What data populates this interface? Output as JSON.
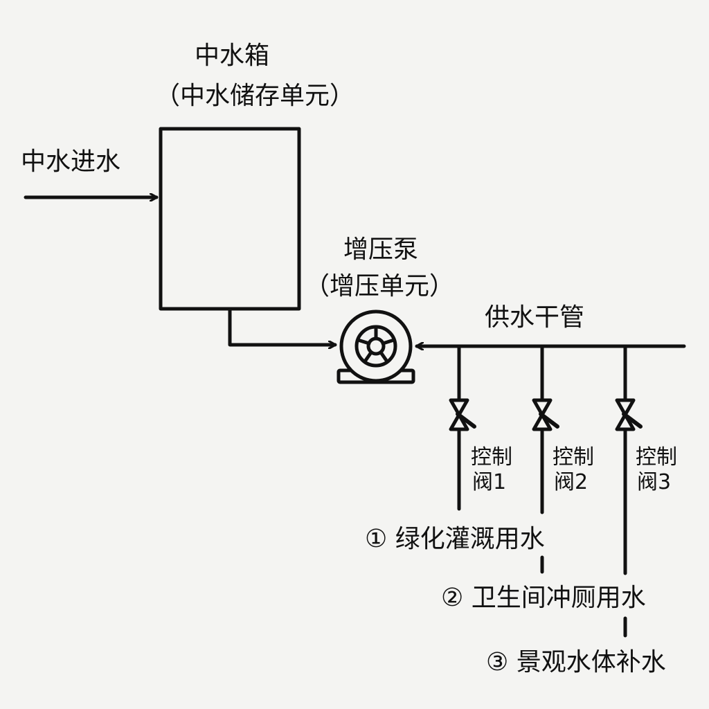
{
  "tank": {
    "title": "中水箱",
    "subtitle": "（中水储存单元）"
  },
  "inlet": {
    "label": "中水进水"
  },
  "pump": {
    "title": "增压泵",
    "subtitle": "（增压单元）"
  },
  "main_pipe": {
    "label": "供水干管"
  },
  "valves": [
    {
      "line1": "控制",
      "line2": "阀1"
    },
    {
      "line1": "控制",
      "line2": "阀2"
    },
    {
      "line1": "控制",
      "line2": "阀3"
    }
  ],
  "uses": [
    {
      "label": "① 绿化灌溉用水"
    },
    {
      "label": "② 卫生间冲厕用水"
    },
    {
      "label": "③ 景观水体补水"
    }
  ]
}
